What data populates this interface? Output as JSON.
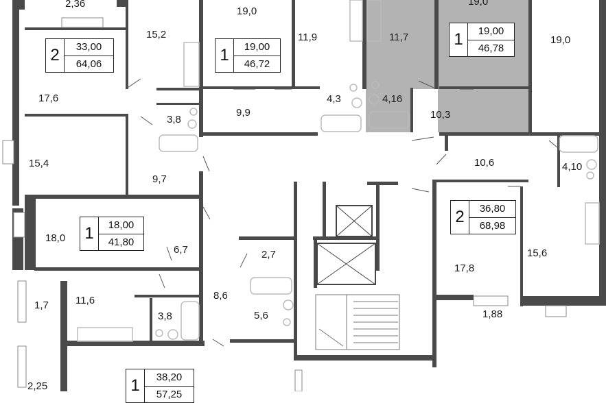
{
  "colors": {
    "wall": "#4a4a4a",
    "highlight": "#b3b3b3",
    "fixture": "#bbbbbb"
  },
  "apartments": [
    {
      "id": "apt-2-left",
      "rooms": "2",
      "living": "33,00",
      "total": "64,06"
    },
    {
      "id": "apt-1-top",
      "rooms": "1",
      "living": "19,00",
      "total": "46,72"
    },
    {
      "id": "apt-1-selected",
      "rooms": "1",
      "living": "19,00",
      "total": "46,78"
    },
    {
      "id": "apt-1-mid",
      "rooms": "1",
      "living": "18,00",
      "total": "41,80"
    },
    {
      "id": "apt-2-right",
      "rooms": "2",
      "living": "36,80",
      "total": "68,98"
    },
    {
      "id": "apt-1-bottom",
      "rooms": "1",
      "living": "38,20",
      "total": "57,25"
    }
  ],
  "room_areas": [
    "2,36",
    "19,0",
    "19,0",
    "15,2",
    "11,9",
    "11,7",
    "19,0",
    "17,6",
    "4,3",
    "4,16",
    "3,8",
    "9,9",
    "10,3",
    "15,4",
    "10,6",
    "4,10",
    "9,7",
    "18,0",
    "6,7",
    "2,7",
    "17,8",
    "15,6",
    "8,6",
    "11,6",
    "1,7",
    "3,8",
    "5,6",
    "1,88",
    "2,25"
  ]
}
